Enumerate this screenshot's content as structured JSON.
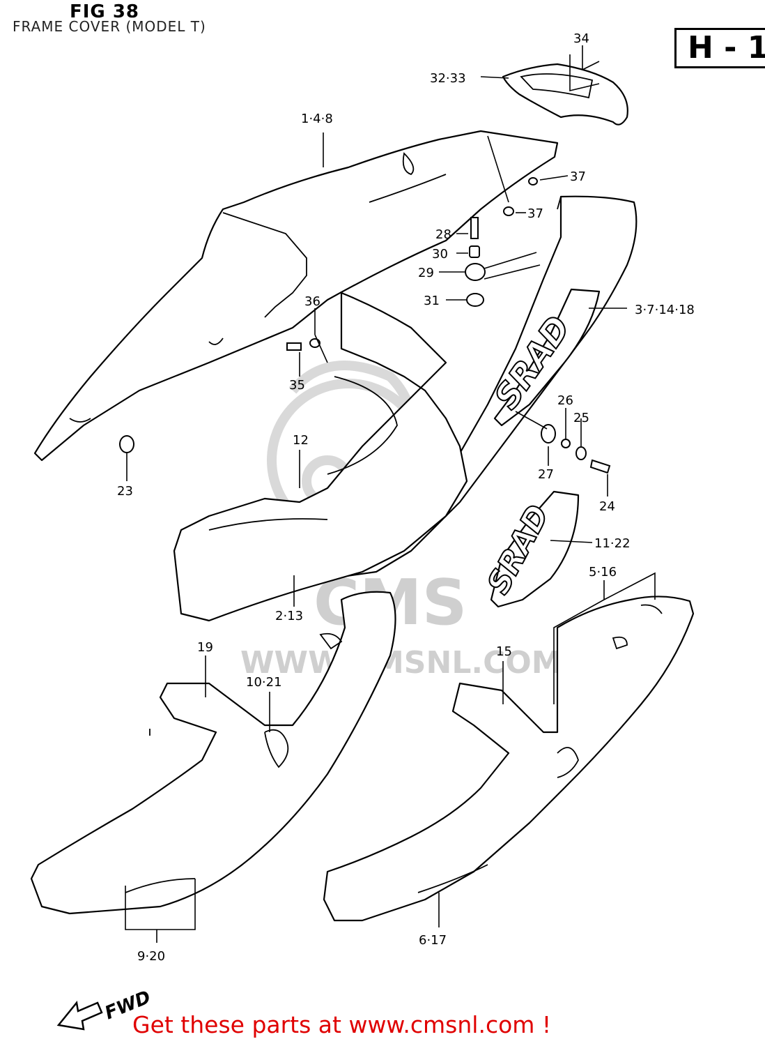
{
  "header": {
    "figure": "FIG 38",
    "subtitle": "FRAME COVER (MODEL T)",
    "section": "H - 1"
  },
  "callouts": [
    "34",
    "32·33",
    "1·4·8",
    "37",
    "37",
    "28",
    "30",
    "29",
    "31",
    "36",
    "3·7·14·18",
    "35",
    "26",
    "25",
    "27",
    "24",
    "23",
    "12",
    "11·22",
    "5·16",
    "2·13",
    "19",
    "15",
    "10·21",
    "9·20",
    "6·17"
  ],
  "emblem": {
    "text": "SRAD"
  },
  "watermark": {
    "url": "WWW.CMSNL.COM",
    "brand": "CMS"
  },
  "direction": {
    "label": "FWD"
  },
  "footer": {
    "text": "Get these parts at www.cmsnl.com !"
  }
}
